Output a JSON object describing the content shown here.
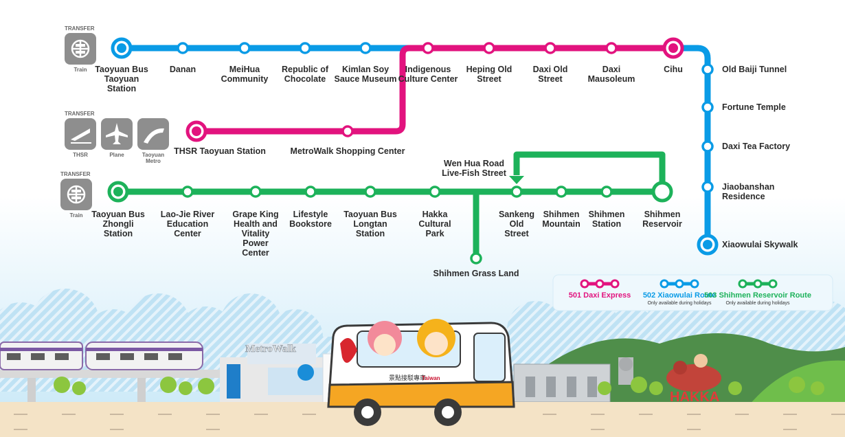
{
  "colors": {
    "blue_line": "#0a9be6",
    "pink_line": "#e2137e",
    "green_line": "#1db25a",
    "sky_top": "#ffffff",
    "sky_bottom": "#c9e8f7",
    "road": "#f4e3c6",
    "transfer_gray": "#8e8e8e"
  },
  "transfer_groups": [
    {
      "heading": "TRANSFER",
      "icons": [
        {
          "icon": "railway-icon",
          "caption": "Train"
        }
      ]
    },
    {
      "heading": "TRANSFER",
      "icons": [
        {
          "icon": "high-speed-rail-icon",
          "caption": "THSR"
        },
        {
          "icon": "airplane-icon",
          "caption": "Plane"
        },
        {
          "icon": "metro-icon",
          "caption": "Taoyuan Metro"
        }
      ]
    },
    {
      "heading": "TRANSFER",
      "icons": [
        {
          "icon": "railway-icon",
          "caption": "Train"
        }
      ]
    }
  ],
  "routes": {
    "blue_top_stations": [
      "Taoyuan Bus Taoyuan Station",
      "Danan",
      "MeiHua Community",
      "Republic of Chocolate",
      "Kimlan Soy Sauce Museum"
    ],
    "shared_top_stations": [
      "Indigenous Culture Center",
      "Heping Old Street",
      "Daxi Old Street",
      "Daxi Mausoleum",
      "Cihu"
    ],
    "blue_right_stations": [
      "Old Baiji Tunnel",
      "Fortune Temple",
      "Daxi Tea Factory",
      "Jiaobanshan Residence",
      "Xiaowulai Skywalk"
    ],
    "pink_mid_stations": [
      "THSR Taoyuan Station",
      "MetroWalk Shopping Center"
    ],
    "green_stations": [
      "Taoyuan Bus Zhongli Station",
      "Lao-Jie River Education Center",
      "Grape King Health and Vitality Power Center",
      "Lifestyle Bookstore",
      "Taoyuan Bus Longtan Station",
      "Hakka Cultural Park",
      "Sankeng Old Street",
      "Shihmen Mountain",
      "Shihmen Station",
      "Shihmen Reservoir"
    ],
    "green_loop_station": "Wen Hua Road Live-Fish Street",
    "green_branch_station": "Shihmen Grass Land"
  },
  "legend": [
    {
      "label": "501 Daxi Express",
      "note": "",
      "color": "#e2137e"
    },
    {
      "label": "502 Xiaowulai Route",
      "note": "Only available during holidays",
      "color": "#0a9be6"
    },
    {
      "label": "503 Shihmen Reservoir Route",
      "note": "Only available during holidays",
      "color": "#1db25a"
    }
  ],
  "scenery": {
    "metrowalk_sign": "MetroWalk",
    "hakka_sign": "HAKKA",
    "bus_text": "景點接駁專車",
    "bus_brand": "Taiwan"
  }
}
